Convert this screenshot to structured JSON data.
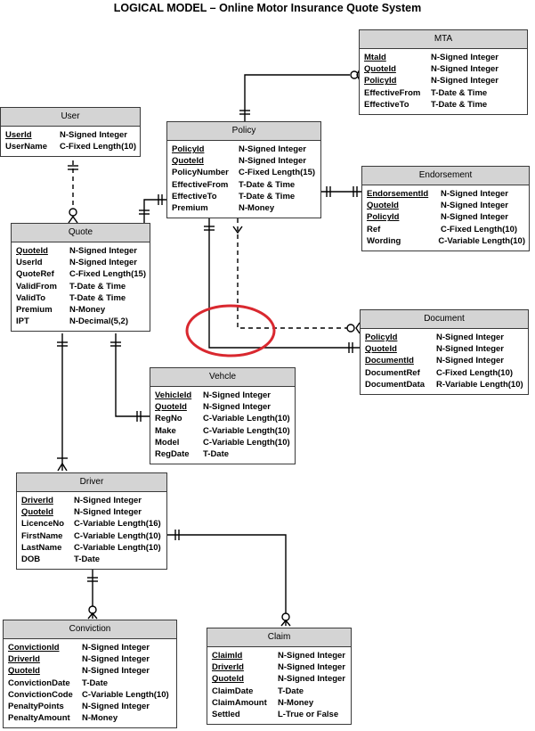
{
  "title": "LOGICAL MODEL – Online Motor Insurance Quote System",
  "entities": {
    "mta": {
      "name": "MTA",
      "attrs": [
        {
          "n": "MtaId",
          "t": "N-Signed Integer",
          "pk": true
        },
        {
          "n": "QuoteId",
          "t": "N-Signed Integer",
          "pk": true
        },
        {
          "n": "PolicyId",
          "t": "N-Signed Integer",
          "pk": true
        },
        {
          "n": "EffectiveFrom",
          "t": "T-Date & Time",
          "pk": false
        },
        {
          "n": "EffectiveTo",
          "t": "T-Date & Time",
          "pk": false
        }
      ]
    },
    "user": {
      "name": "User",
      "attrs": [
        {
          "n": "UserId",
          "t": "N-Signed Integer",
          "pk": true
        },
        {
          "n": "UserName",
          "t": "C-Fixed Length(10)",
          "pk": false
        }
      ]
    },
    "policy": {
      "name": "Policy",
      "attrs": [
        {
          "n": "PolicyId",
          "t": "N-Signed Integer",
          "pk": true
        },
        {
          "n": "QuoteId",
          "t": "N-Signed Integer",
          "pk": true
        },
        {
          "n": "PolicyNumber",
          "t": "C-Fixed Length(15)",
          "pk": false
        },
        {
          "n": "EffectiveFrom",
          "t": "T-Date & Time",
          "pk": false
        },
        {
          "n": "EffectiveTo",
          "t": "T-Date & Time",
          "pk": false
        },
        {
          "n": "Premium",
          "t": "N-Money",
          "pk": false
        }
      ]
    },
    "endorsement": {
      "name": "Endorsement",
      "attrs": [
        {
          "n": "EndorsementId",
          "t": "N-Signed Integer",
          "pk": true
        },
        {
          "n": "QuoteId",
          "t": "N-Signed Integer",
          "pk": true
        },
        {
          "n": "PolicyId",
          "t": "N-Signed Integer",
          "pk": true
        },
        {
          "n": "Ref",
          "t": "C-Fixed Length(10)",
          "pk": false
        },
        {
          "n": "Wording",
          "t": "C-Variable Length(10)",
          "pk": false
        }
      ]
    },
    "quote": {
      "name": "Quote",
      "attrs": [
        {
          "n": "QuoteId",
          "t": "N-Signed Integer",
          "pk": true
        },
        {
          "n": "UserId",
          "t": "N-Signed Integer",
          "pk": false
        },
        {
          "n": "QuoteRef",
          "t": "C-Fixed Length(15)",
          "pk": false
        },
        {
          "n": "ValidFrom",
          "t": "T-Date & Time",
          "pk": false
        },
        {
          "n": "ValidTo",
          "t": "T-Date & Time",
          "pk": false
        },
        {
          "n": "Premium",
          "t": "N-Money",
          "pk": false
        },
        {
          "n": "IPT",
          "t": "N-Decimal(5,2)",
          "pk": false
        }
      ]
    },
    "document": {
      "name": "Document",
      "attrs": [
        {
          "n": "PolicyId",
          "t": "N-Signed Integer",
          "pk": true
        },
        {
          "n": "QuoteId",
          "t": "N-Signed Integer",
          "pk": true
        },
        {
          "n": "DocumentId",
          "t": "N-Signed Integer",
          "pk": true
        },
        {
          "n": "DocumentRef",
          "t": "C-Fixed Length(10)",
          "pk": false
        },
        {
          "n": "DocumentData",
          "t": "R-Variable Length(10)",
          "pk": false
        }
      ]
    },
    "vehicle": {
      "name": "Vehcle",
      "attrs": [
        {
          "n": "VehicleId",
          "t": "N-Signed Integer",
          "pk": true
        },
        {
          "n": "QuoteId",
          "t": "N-Signed Integer",
          "pk": true
        },
        {
          "n": "RegNo",
          "t": "C-Variable Length(10)",
          "pk": false
        },
        {
          "n": "Make",
          "t": "C-Variable Length(10)",
          "pk": false
        },
        {
          "n": "Model",
          "t": "C-Variable Length(10)",
          "pk": false
        },
        {
          "n": "RegDate",
          "t": "T-Date",
          "pk": false
        }
      ]
    },
    "driver": {
      "name": "Driver",
      "attrs": [
        {
          "n": "DriverId",
          "t": "N-Signed Integer",
          "pk": true
        },
        {
          "n": "QuoteId",
          "t": "N-Signed Integer",
          "pk": true
        },
        {
          "n": "LicenceNo",
          "t": "C-Variable Length(16)",
          "pk": false
        },
        {
          "n": "FirstName",
          "t": "C-Variable Length(10)",
          "pk": false
        },
        {
          "n": "LastName",
          "t": "C-Variable Length(10)",
          "pk": false
        },
        {
          "n": "DOB",
          "t": "T-Date",
          "pk": false
        }
      ]
    },
    "conviction": {
      "name": "Conviction",
      "attrs": [
        {
          "n": "ConvictionId",
          "t": "N-Signed Integer",
          "pk": true
        },
        {
          "n": "DriverId",
          "t": "N-Signed Integer",
          "pk": true
        },
        {
          "n": "QuoteId",
          "t": "N-Signed Integer",
          "pk": true
        },
        {
          "n": "ConvictionDate",
          "t": "T-Date",
          "pk": false
        },
        {
          "n": "ConvictionCode",
          "t": "C-Variable Length(10)",
          "pk": false
        },
        {
          "n": "PenaltyPoints",
          "t": "N-Signed Integer",
          "pk": false
        },
        {
          "n": "PenaltyAmount",
          "t": "N-Money",
          "pk": false
        }
      ]
    },
    "claim": {
      "name": "Claim",
      "attrs": [
        {
          "n": "ClaimId",
          "t": "N-Signed Integer",
          "pk": true
        },
        {
          "n": "DriverId",
          "t": "N-Signed Integer",
          "pk": true
        },
        {
          "n": "QuoteId",
          "t": "N-Signed Integer",
          "pk": true
        },
        {
          "n": "ClaimDate",
          "t": "T-Date",
          "pk": false
        },
        {
          "n": "ClaimAmount",
          "t": "N-Money",
          "pk": false
        },
        {
          "n": "Settled",
          "t": "L-True or False",
          "pk": false
        }
      ]
    }
  },
  "colors": {
    "header": "#d4d4d4",
    "border": "#3a3a3a",
    "line": "#000000",
    "highlight_circle": "#d9282f"
  }
}
